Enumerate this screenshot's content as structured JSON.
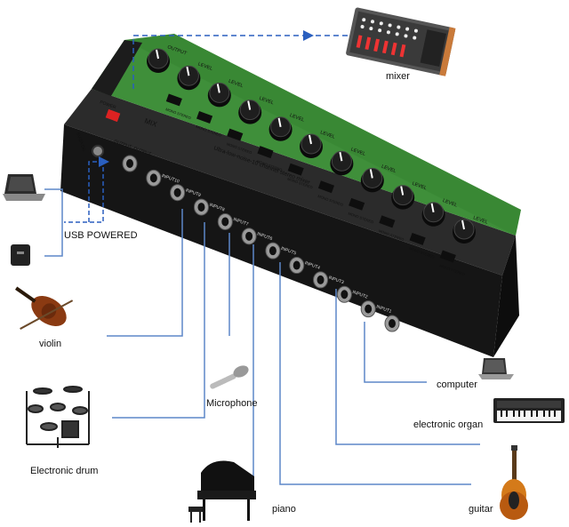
{
  "labels": {
    "mixer": "mixer",
    "usb": "USB POWERED",
    "violin": "violin",
    "microphone": "Microphone",
    "drum": "Electronic drum",
    "piano": "piano",
    "computer": "computer",
    "organ": "electronic organ",
    "guitar": "guitar"
  },
  "device": {
    "brand": "MIX",
    "subtitle": "Ultra-low-noise-10 channel stereo mixer",
    "power": "POWER",
    "dc_in": "5V-2A DC",
    "output_left": "OUTPUT",
    "output_right": "OUTPUT",
    "inputs": [
      "INPUT10",
      "INPUT9",
      "INPUT8",
      "INPUT7",
      "INPUT6",
      "INPUT5",
      "INPUT4",
      "INPUT3",
      "INPUT2",
      "INPUT1"
    ],
    "knob_label": "LEVEL",
    "output_knob_label": "OUTPUT",
    "switch_label": "MONO STEREO"
  },
  "colors": {
    "panel_green": "#3f8f3a",
    "chassis": "#1a1a1a",
    "arrow_blue": "#2a5fbf",
    "line_blue": "#5d87c8"
  }
}
